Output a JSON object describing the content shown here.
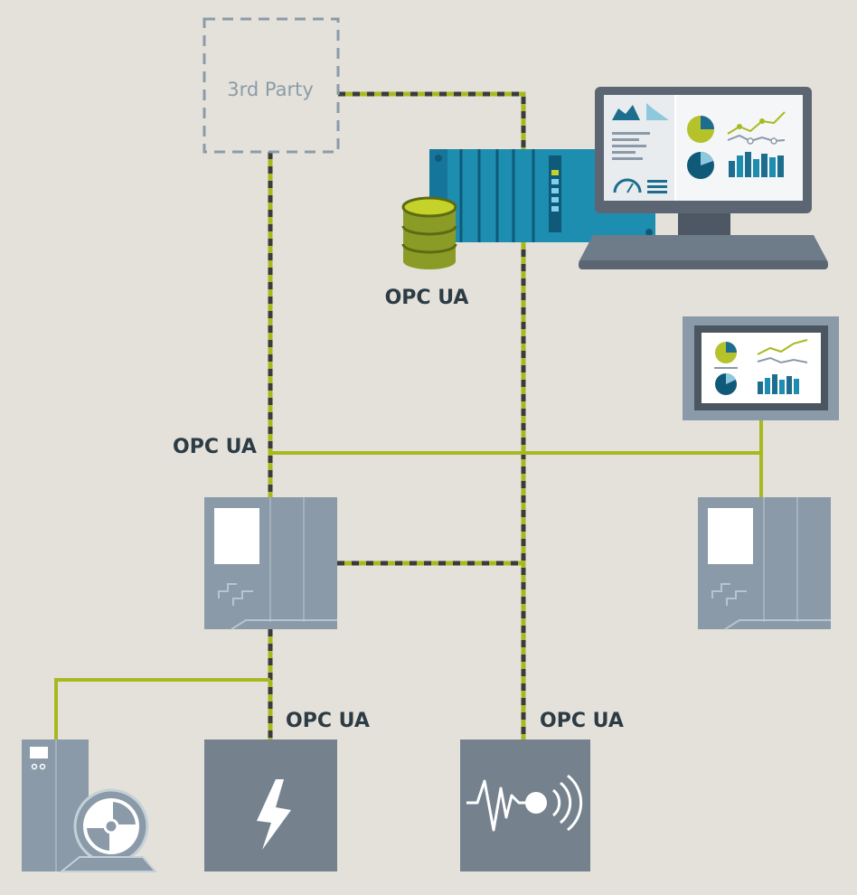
{
  "labels": {
    "third_party": "3rd Party",
    "opc_ua_database": "OPC UA",
    "opc_ua_bus": "OPC UA",
    "opc_ua_power": "OPC UA",
    "opc_ua_sensor": "OPC UA"
  },
  "colors": {
    "background": "#e3e1da",
    "line_green": "#a8b920",
    "line_dark": "#3a3c3c",
    "device_gray": "#8a9aa8",
    "device_dark": "#75828e",
    "teal": "#1d8db0",
    "database_green": "#9cac2c",
    "label_text": "#2d3b45"
  },
  "icons": [
    "database-icon",
    "server-rack-icon",
    "monitor-icon",
    "hmi-panel-icon",
    "plc-controller-icon",
    "motor-drive-icon",
    "power-meter-icon",
    "vibration-sensor-icon"
  ]
}
